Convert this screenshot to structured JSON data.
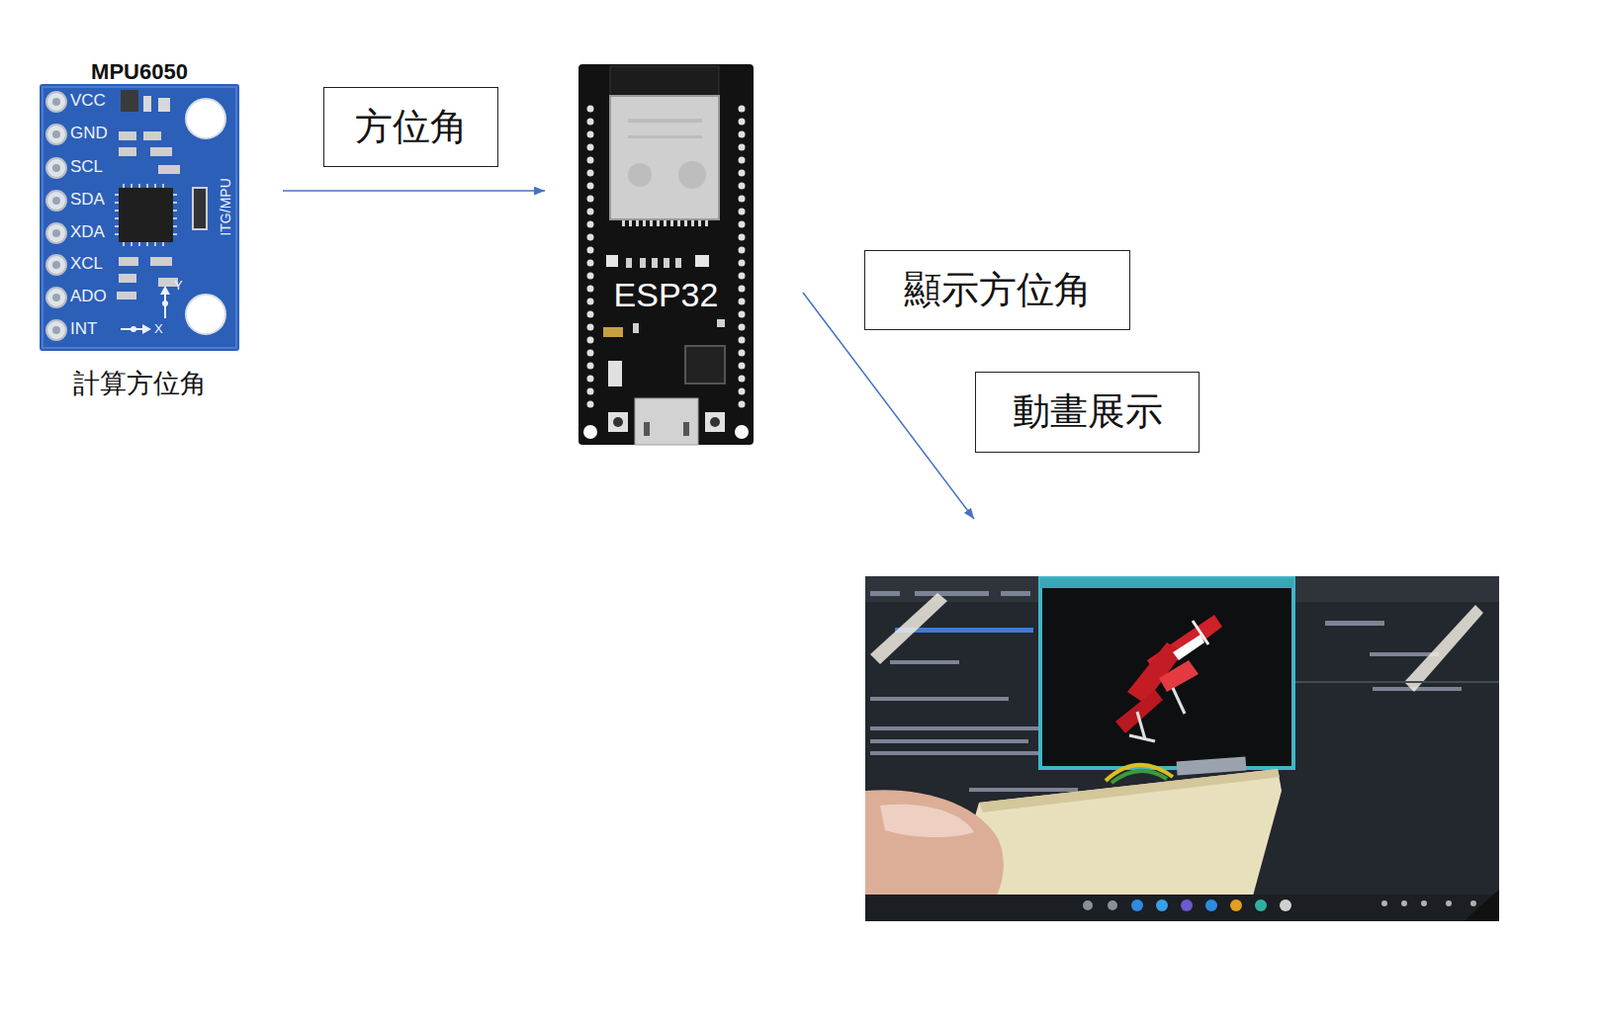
{
  "diagram": {
    "nodes": [
      {
        "text": [
          "MPU6050",
          "計算方位角"
        ]
      },
      {
        "text": [
          "方位角"
        ]
      },
      {
        "text": [
          "ESP32"
        ]
      },
      {
        "text": [
          "顯示方位角"
        ]
      },
      {
        "text": [
          "動畫展示"
        ]
      }
    ],
    "edges": [
      {
        "from": 0,
        "to": 2,
        "arrow": "to"
      }
    ],
    "labels": [
      "VCC",
      "GND",
      "SCL",
      "SDA",
      "XDA",
      "XCL",
      "ADO",
      "INT",
      "ITG/MPU",
      "Y",
      "X"
    ]
  }
}
